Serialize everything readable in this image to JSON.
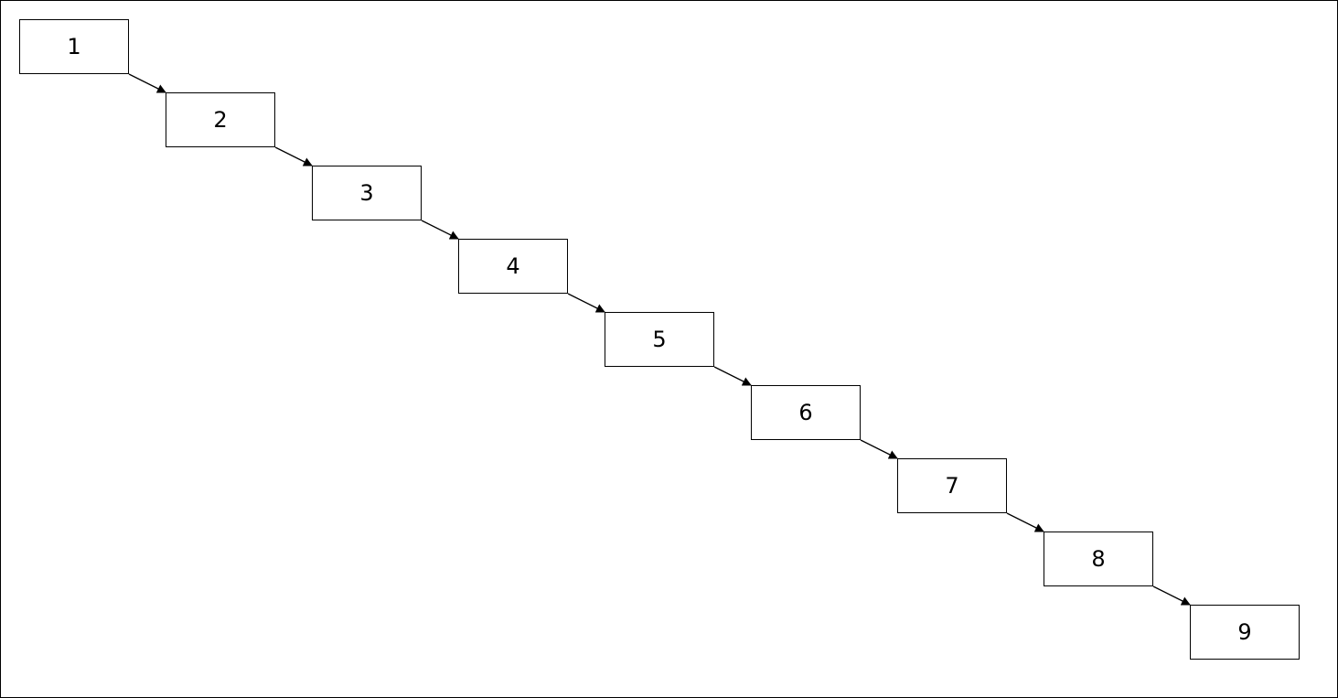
{
  "diagram": {
    "nodes": [
      {
        "label": "1"
      },
      {
        "label": "2"
      },
      {
        "label": "3"
      },
      {
        "label": "4"
      },
      {
        "label": "5"
      },
      {
        "label": "6"
      },
      {
        "label": "7"
      },
      {
        "label": "8"
      },
      {
        "label": "9"
      }
    ],
    "edges": [
      {
        "from": "1",
        "to": "2"
      },
      {
        "from": "2",
        "to": "3"
      },
      {
        "from": "3",
        "to": "4"
      },
      {
        "from": "4",
        "to": "5"
      },
      {
        "from": "5",
        "to": "6"
      },
      {
        "from": "6",
        "to": "7"
      },
      {
        "from": "7",
        "to": "8"
      },
      {
        "from": "8",
        "to": "9"
      }
    ],
    "colors": {
      "stroke": "#000000",
      "fill": "#ffffff",
      "text": "#000000"
    }
  }
}
